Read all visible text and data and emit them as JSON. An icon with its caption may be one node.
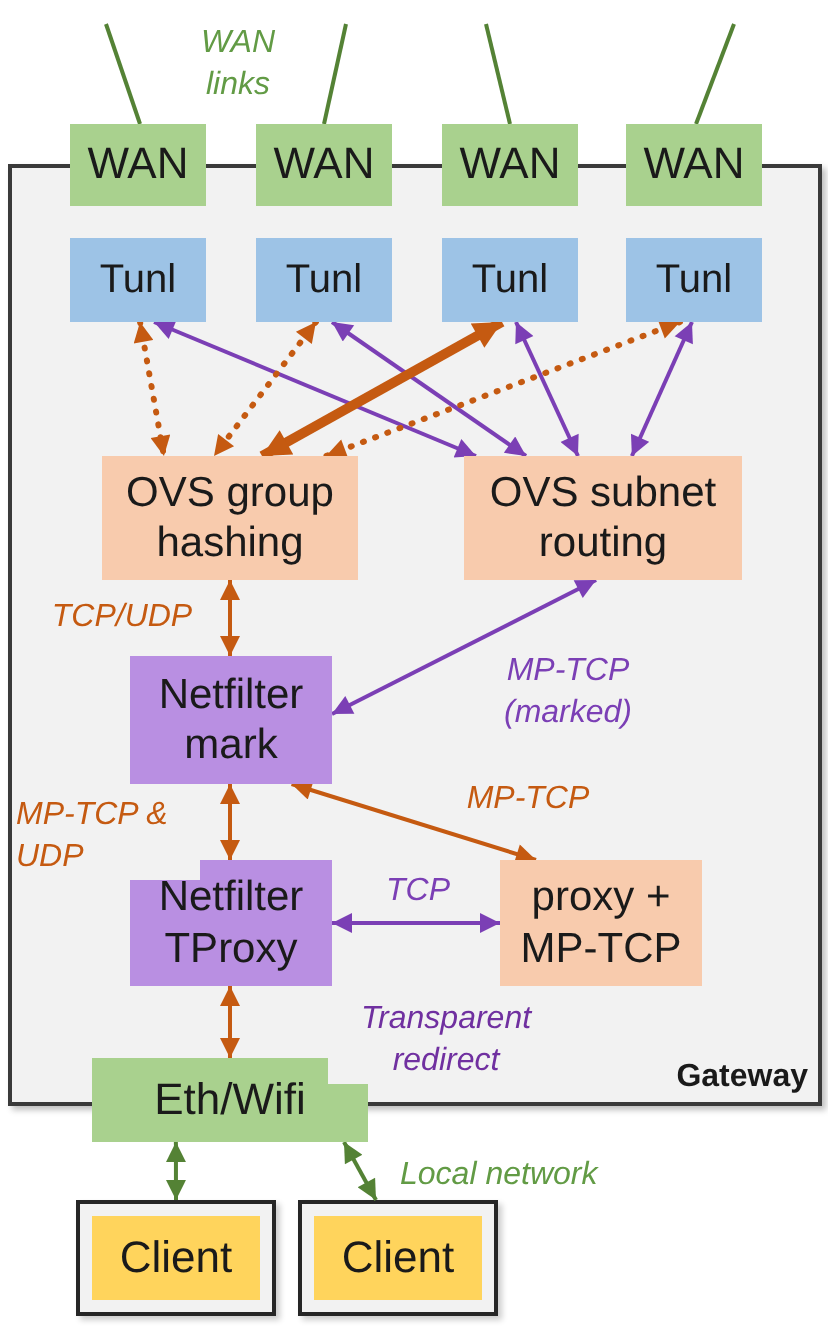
{
  "diagram": {
    "nodes": [
      {
        "text": [
          "WAN"
        ]
      },
      {
        "text": [
          "WAN"
        ]
      },
      {
        "text": [
          "WAN"
        ]
      },
      {
        "text": [
          "WAN"
        ]
      },
      {
        "text": [
          "Gateway"
        ]
      },
      {
        "text": [
          "Tunl"
        ],
        "in": 4
      },
      {
        "text": [
          "Tunl"
        ],
        "in": 4
      },
      {
        "text": [
          "Tunl"
        ],
        "in": 4
      },
      {
        "text": [
          "Tunl"
        ],
        "in": 4
      },
      {
        "text": [
          "OVS group hashing"
        ],
        "in": 4
      },
      {
        "text": [
          "OVS subnet routing"
        ],
        "in": 4
      },
      {
        "text": [
          "Netfilter mark"
        ],
        "in": 4
      },
      {
        "text": [
          "Netfilter TProxy"
        ],
        "in": 4
      },
      {
        "text": [
          "proxy + MP-TCP"
        ],
        "in": 4
      },
      {
        "text": [
          "Eth/Wifi"
        ]
      },
      {
        "text": [],
        "shape": "box"
      },
      {
        "text": [
          "Client"
        ],
        "in": 15
      },
      {
        "text": [],
        "shape": "box"
      },
      {
        "text": [
          "Client"
        ],
        "in": 17
      }
    ],
    "edges": [
      {
        "from": null,
        "to": 0,
        "arrow": "none",
        "color": "#548235"
      },
      {
        "from": null,
        "to": 1,
        "arrow": "none",
        "color": "#548235"
      },
      {
        "from": null,
        "to": 2,
        "arrow": "none",
        "color": "#548235"
      },
      {
        "from": null,
        "to": 3,
        "arrow": "none",
        "color": "#548235"
      },
      {
        "from": 5,
        "to": 9,
        "arrow": "both",
        "style": "dashed"
      },
      {
        "from": 5,
        "to": 10,
        "arrow": "both",
        "color": "#7b3fb5"
      },
      {
        "from": 6,
        "to": 9,
        "arrow": "both",
        "style": "dashed"
      },
      {
        "from": 6,
        "to": 10,
        "arrow": "both",
        "color": "#7b3fb5"
      },
      {
        "from": 7,
        "to": 9,
        "arrow": "both",
        "style": "thick"
      },
      {
        "from": 7,
        "to": 10,
        "arrow": "both",
        "color": "#7b3fb5"
      },
      {
        "from": 8,
        "to": 9,
        "arrow": "both",
        "style": "dashed"
      },
      {
        "from": 8,
        "to": 10,
        "arrow": "both",
        "color": "#7b3fb5"
      },
      {
        "from": 9,
        "to": 11,
        "arrow": "both",
        "label": "TCP/UDP"
      },
      {
        "from": 10,
        "to": 11,
        "arrow": "both",
        "label": "MP-TCP (marked)",
        "color": "#7b3fb5"
      },
      {
        "from": 11,
        "to": 12,
        "arrow": "both",
        "label": "MP-TCP & UDP"
      },
      {
        "from": 11,
        "to": 13,
        "arrow": "both",
        "label": "MP-TCP"
      },
      {
        "from": 12,
        "to": 13,
        "arrow": "both",
        "label": "TCP",
        "color": "#7b3fb5"
      },
      {
        "from": 12,
        "to": 14,
        "arrow": "both"
      },
      {
        "from": 14,
        "to": 15,
        "arrow": "both",
        "color": "#548235"
      },
      {
        "from": 14,
        "to": 17,
        "arrow": "both",
        "color": "#548235"
      }
    ],
    "labels": [
      "WAN links",
      "Transparent redirect",
      "Local network"
    ]
  }
}
